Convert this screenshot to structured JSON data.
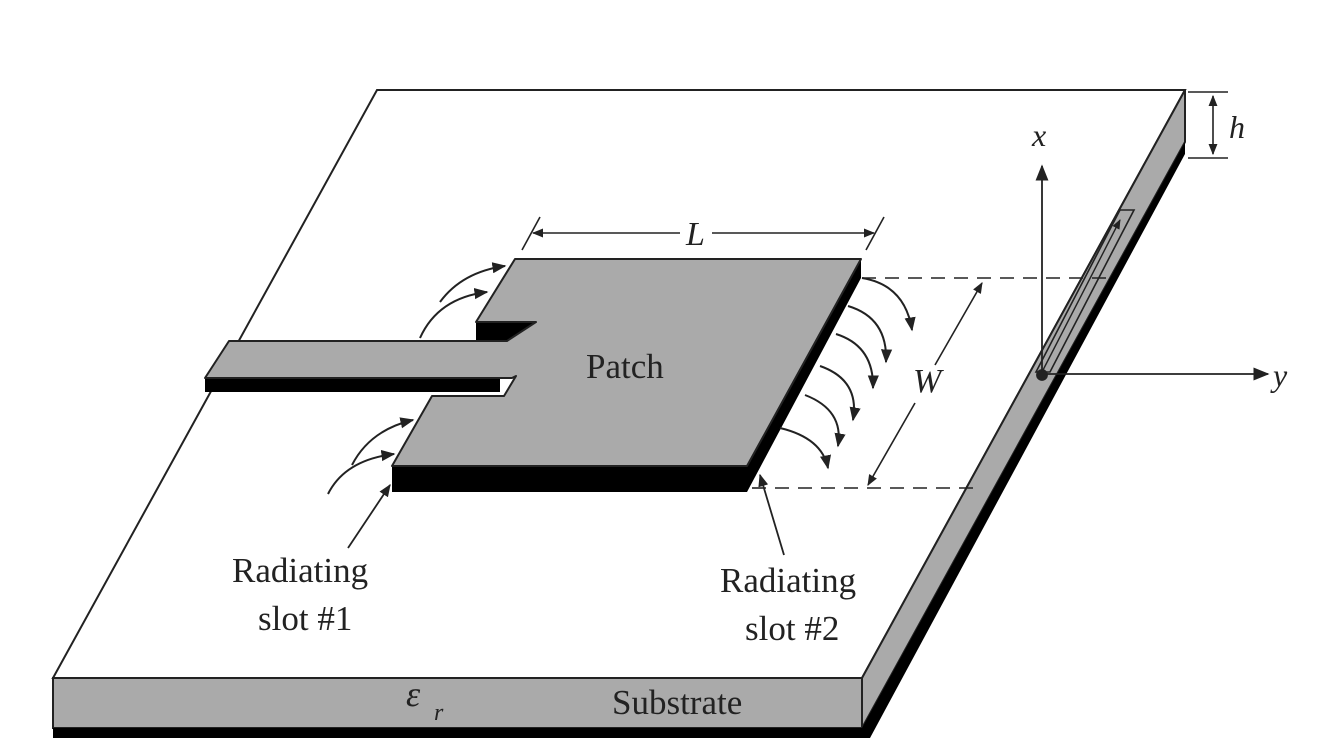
{
  "labels": {
    "patch": "Patch",
    "length": "L",
    "width": "W",
    "height": "h",
    "axis_x": "x",
    "axis_y": "y",
    "slot1_line1": "Radiating",
    "slot1_line2": "slot #1",
    "slot2_line1": "Radiating",
    "slot2_line2": "slot #2",
    "permittivity": "ε",
    "permittivity_sub": "r",
    "substrate": "Substrate"
  },
  "colors": {
    "patch_fill": "#aaaaaa",
    "substrate_edge_fill": "#aaaaaa",
    "ground_plane": "#000000",
    "line": "#222222",
    "board_top": "#ffffff"
  }
}
